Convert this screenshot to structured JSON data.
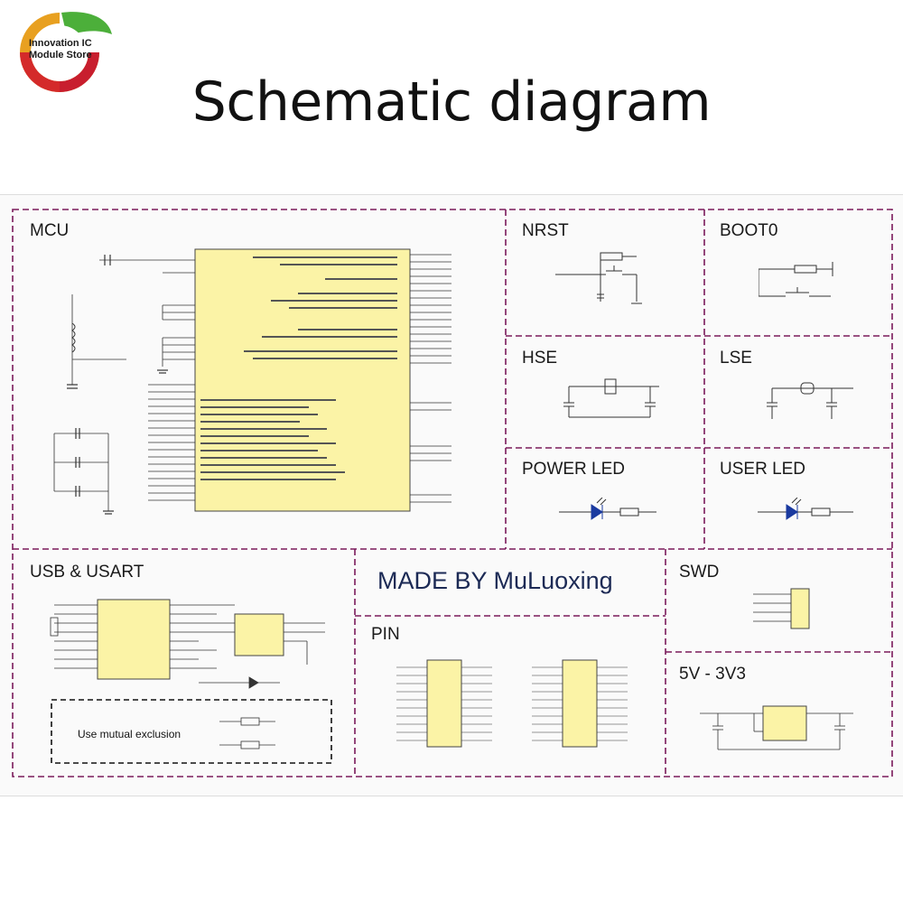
{
  "brand": {
    "line1": "Innovation IC",
    "line2": "Module Store"
  },
  "title": "Schematic diagram",
  "sections": {
    "mcu": "MCU",
    "nrst": "NRST",
    "boot0": "BOOT0",
    "hse": "HSE",
    "lse": "LSE",
    "power_led": "POWER LED",
    "user_led": "USER LED",
    "usb_usart": "USB & USART",
    "made_by": "MADE BY MuLuoxing",
    "swd": "SWD",
    "pin": "PIN",
    "regulator": "5V - 3V3"
  },
  "note": "Use mutual exclusion",
  "colors": {
    "border": "#7a1a5a",
    "chip_fill": "#fbf3a6",
    "wire": "#333333"
  }
}
